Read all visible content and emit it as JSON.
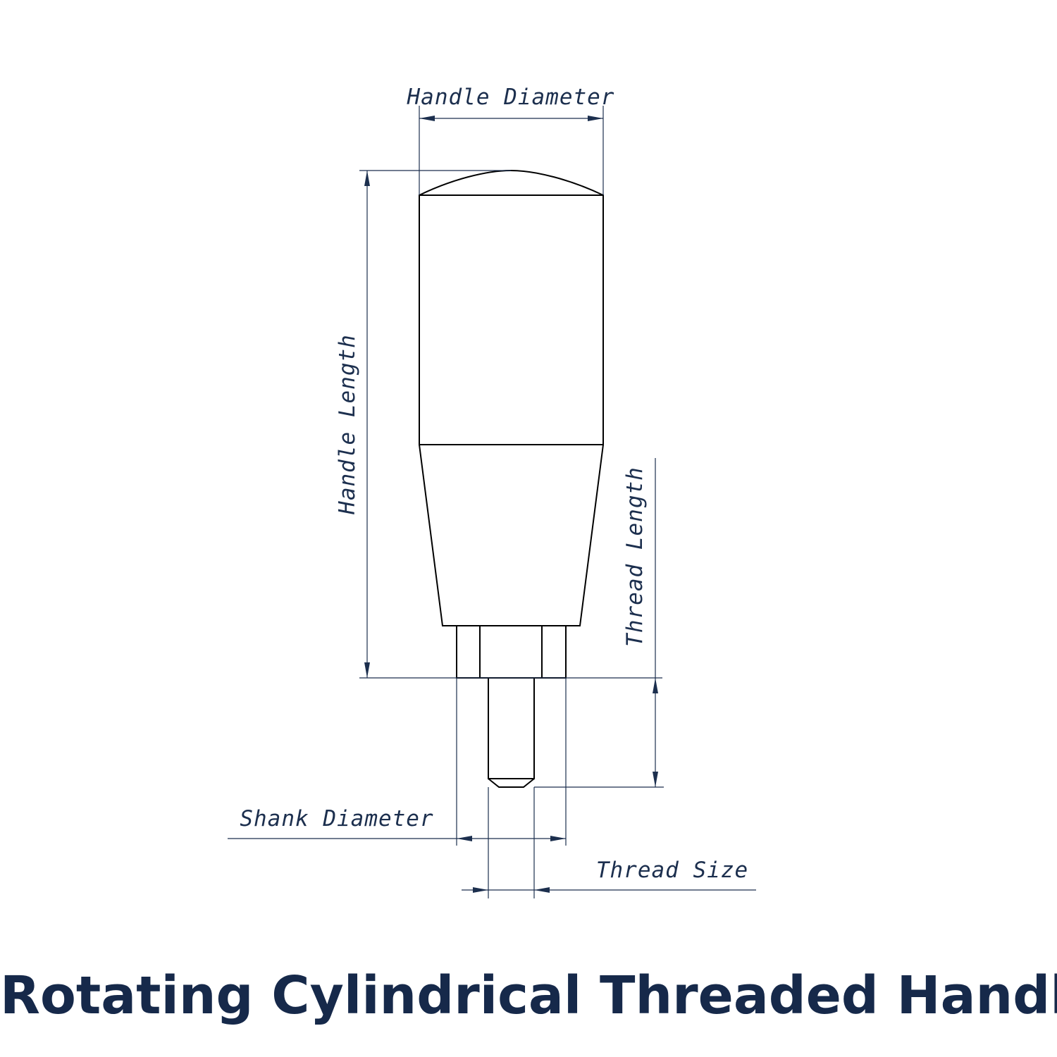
{
  "diagram": {
    "labels": {
      "handle_diameter": "Handle Diameter",
      "handle_length": "Handle Length",
      "thread_length": "Thread Length",
      "shank_diameter": "Shank Diameter",
      "thread_size": "Thread Size"
    },
    "colors": {
      "line": "#000000",
      "dimension": "#1c2f4e",
      "title": "#16294a"
    }
  },
  "title": "Rotating Cylindrical Threaded Handle"
}
